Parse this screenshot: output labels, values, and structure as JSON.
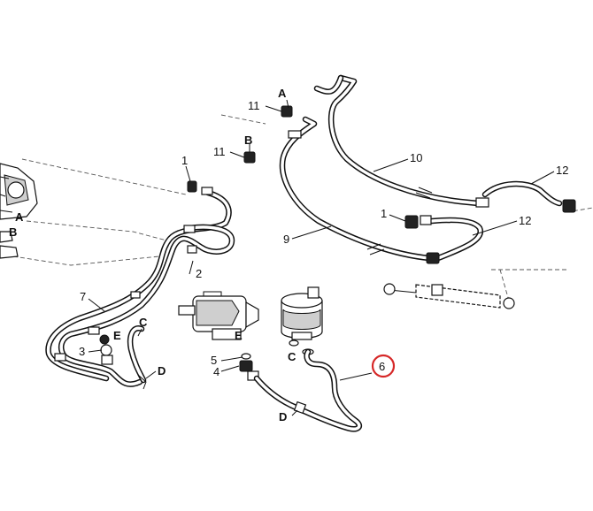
{
  "callouts": {
    "l1a": "1",
    "l1b": "1",
    "l2": "2",
    "l3": "3",
    "l4": "4",
    "l5": "5",
    "l6": "6",
    "l7": "7",
    "l9": "9",
    "l10": "10",
    "l11a": "11",
    "l11b": "11",
    "l12a": "12",
    "l12b": "12",
    "la1": "A",
    "la2": "A",
    "lb1": "B",
    "lb2": "B",
    "lc1": "C",
    "lc2": "C",
    "ld1": "D",
    "ld2": "D",
    "le1": "E",
    "le2": "E"
  },
  "highlight": {
    "color": "#d62828"
  }
}
